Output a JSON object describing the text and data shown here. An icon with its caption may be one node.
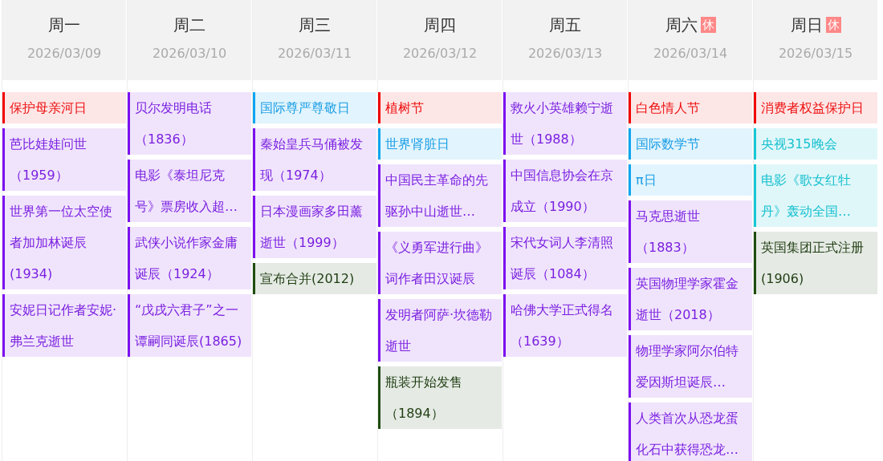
{
  "diagram": {
    "nodes": [
      {
        "text": [
          "周一",
          "2026/03/09"
        ]
      },
      {
        "text": [
          "周二",
          "2026/03/10"
        ]
      },
      {
        "text": [
          "周三",
          "2026/03/11"
        ]
      },
      {
        "text": [
          "周四",
          "2026/03/12"
        ]
      },
      {
        "text": [
          "周五",
          "2026/03/13"
        ]
      },
      {
        "text": [
          "周六",
          "2026/03/14"
        ]
      },
      {
        "text": [
          "周日",
          "2026/03/15"
        ]
      },
      {
        "text": [
          "休"
        ],
        "in": 5
      },
      {
        "text": [
          "休"
        ],
        "in": 6
      },
      {
        "text": [
          "保护母亲河日"
        ],
        "in": 0
      },
      {
        "text": [
          "芭比娃娃问世（1959）"
        ],
        "in": 0
      },
      {
        "text": [
          "世界第一位太空使者加加林诞辰(1934)"
        ],
        "in": 0
      },
      {
        "text": [
          "安妮日记作者安妮·弗兰克逝世"
        ],
        "in": 0
      },
      {
        "text": [
          "贝尔发明电话（1836）"
        ],
        "in": 1
      },
      {
        "text": [
          "电影《泰坦尼克号》票房收入超…"
        ],
        "in": 1
      },
      {
        "text": [
          "武侠小说作家金庸诞辰（1924）"
        ],
        "in": 1
      },
      {
        "text": [
          "“戊戌六君子”之一谭嗣同诞辰(1865)"
        ],
        "in": 1
      },
      {
        "text": [
          "国际尊严尊敬日"
        ],
        "in": 2
      },
      {
        "text": [
          "秦始皇兵马俑被发现（1974）"
        ],
        "in": 2
      },
      {
        "text": [
          "日本漫画家多田薰逝世（1999）"
        ],
        "in": 2
      },
      {
        "text": [
          "宣布合并(2012)"
        ],
        "in": 2
      },
      {
        "text": [
          "植树节"
        ],
        "in": 3
      },
      {
        "text": [
          "世界肾脏日"
        ],
        "in": 3
      },
      {
        "text": [
          "中国民主革命的先驱孙中山逝世…"
        ],
        "in": 3
      },
      {
        "text": [
          "《义勇军进行曲》词作者田汉诞辰"
        ],
        "in": 3
      },
      {
        "text": [
          "发明者阿萨·坎德勒逝世"
        ],
        "in": 3
      },
      {
        "text": [
          "瓶装开始发售（1894）"
        ],
        "in": 3
      },
      {
        "text": [
          "救火小英雄赖宁逝世（1988）"
        ],
        "in": 4
      },
      {
        "text": [
          "中国信息协会在京成立（1990）"
        ],
        "in": 4
      },
      {
        "text": [
          "宋代女词人李清照诞辰（1084）"
        ],
        "in": 4
      },
      {
        "text": [
          "哈佛大学正式得名（1639）"
        ],
        "in": 4
      },
      {
        "text": [
          "白色情人节"
        ],
        "in": 5
      },
      {
        "text": [
          "国际数学节"
        ],
        "in": 5
      },
      {
        "text": [
          "π日"
        ],
        "in": 5
      },
      {
        "text": [
          "马克思逝世（1883）"
        ],
        "in": 5
      },
      {
        "text": [
          "英国物理学家霍金逝世（2018）"
        ],
        "in": 5
      },
      {
        "text": [
          "物理学家阿尔伯特爱因斯坦诞辰…"
        ],
        "in": 5
      },
      {
        "text": [
          "人类首次从恐龙蛋化石中获得恐龙…"
        ],
        "in": 5
      },
      {
        "text": [
          "消费者权益保护日"
        ],
        "in": 6
      },
      {
        "text": [
          "央视315晚会"
        ],
        "in": 6
      },
      {
        "text": [
          "电影《歌女红牡丹》轰动全国…"
        ],
        "in": 6
      },
      {
        "text": [
          "英国集团正式注册(1906)"
        ],
        "in": 6
      }
    ]
  }
}
